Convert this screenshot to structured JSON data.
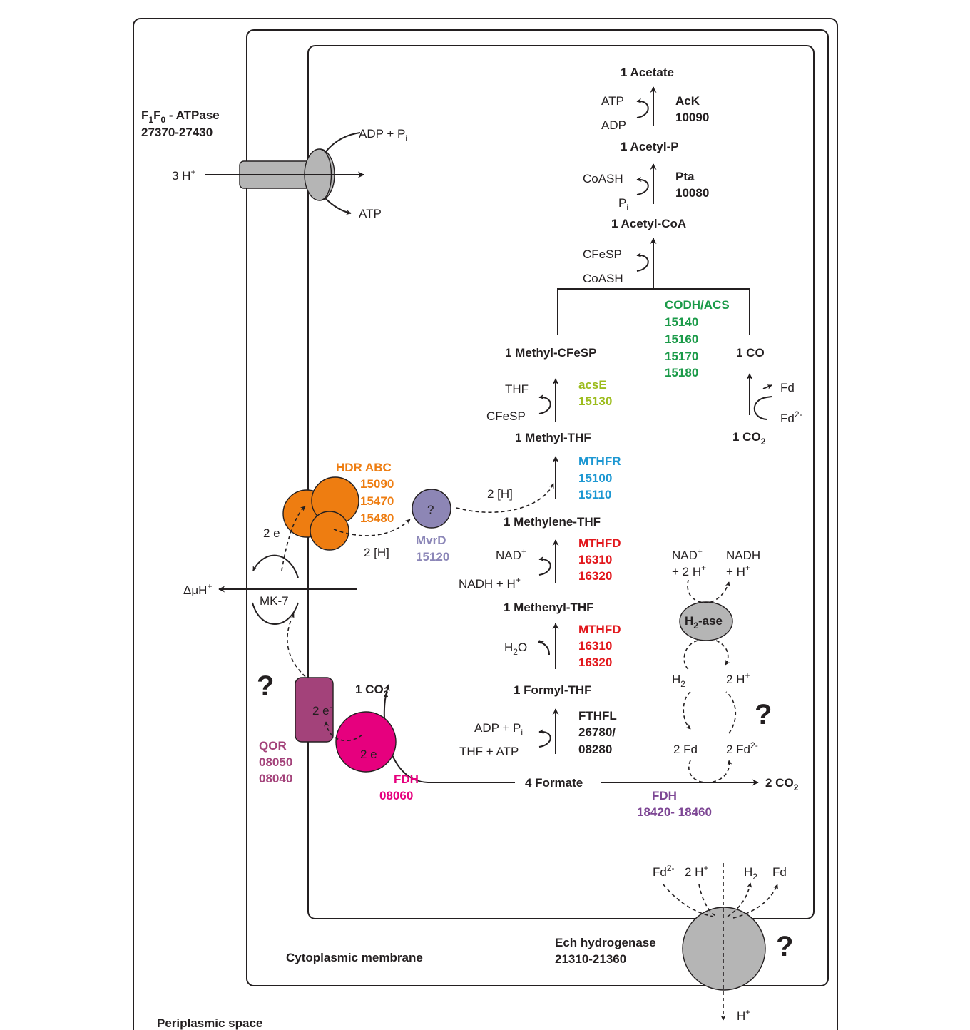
{
  "colors": {
    "text": "#231f20",
    "orange": "#ee7d11",
    "green": "#1a9a48",
    "lime": "#9cbc1c",
    "blue": "#1c97d2",
    "red": "#e2171c",
    "pink": "#e6007e",
    "qor": "#a3427a",
    "mvrd_fill": "#8d86b5",
    "mvrd_text": "#8c87b8",
    "fdh_cyt": "#7d4694",
    "gray": "#b5b5b5"
  },
  "atpase": {
    "title": "F1F0 - ATPase",
    "title_main": "F",
    "title_sub1": "1",
    "title_mid": "F",
    "title_sub2": "0",
    "title_rest": " - ATPase",
    "genes": "27370-27430",
    "proton_in": "3 H",
    "adp_pi": "ADP + P",
    "pi_sub": "i",
    "atp": "ATP"
  },
  "pathway": {
    "acetate": "1 Acetate",
    "ack": {
      "name": "AcK",
      "gene": "10090",
      "atp": "ATP",
      "adp": "ADP"
    },
    "acetyl_p": "1 Acetyl-P",
    "pta": {
      "name": "Pta",
      "gene": "10080",
      "coash": "CoASH",
      "pi": "P",
      "pi_sub": "i"
    },
    "acetyl_coa": "1 Acetyl-CoA",
    "branch": {
      "cfesp": "CFeSP",
      "coash": "CoASH"
    },
    "codh": {
      "name": "CODH/ACS",
      "genes": [
        "15140",
        "15160",
        "15170",
        "15180"
      ]
    },
    "methyl_cfesp": "1 Methyl-CFeSP",
    "co": "1 CO",
    "co2_right": "1 CO",
    "co2_right_sub": "2",
    "fd_right": {
      "fd": "Fd",
      "fd2": "Fd",
      "fd2_sup": "2-"
    },
    "acse": {
      "name": "acsE",
      "gene": "15130",
      "thf": "THF",
      "cfesp": "CFeSP"
    },
    "methyl_thf": "1 Methyl-THF",
    "mthfr": {
      "name": "MTHFR",
      "genes": [
        "15100",
        "15110"
      ],
      "two_h": "2 [H]"
    },
    "methylene_thf": "1 Methylene-THF",
    "mthfd1": {
      "name": "MTHFD",
      "genes": [
        "16310",
        "16320"
      ],
      "nad": "NAD",
      "nadh": "NADH + H"
    },
    "methenyl_thf": "1 Methenyl-THF",
    "mthfd2": {
      "name": "MTHFD",
      "genes": [
        "16310",
        "16320"
      ],
      "h2o": "H",
      "h2o_sub": "2",
      "h2o_o": "O"
    },
    "formyl_thf": "1 Formyl-THF",
    "fthfl": {
      "name": "FTHFL",
      "genes": [
        "26780/",
        "08280"
      ],
      "adp": "ADP + P",
      "adp_sub": "i",
      "thf_atp": "THF + ATP"
    },
    "formate": "4 Formate",
    "co2_out": "2 CO",
    "co2_out_sub": "2",
    "fdh_cyt": {
      "name": "FDH",
      "genes": "18420- 18460"
    }
  },
  "hdr": {
    "name": "HDR ABC",
    "genes": [
      "15090",
      "15470",
      "15480"
    ],
    "two_e": "2 e",
    "two_h": "2 [H]"
  },
  "mvrd": {
    "symbol": "?",
    "name": "MvrD",
    "gene": "15120"
  },
  "membrane": {
    "delta": "ΔμH",
    "delta_sup": "+",
    "mk7": "MK-7"
  },
  "qor": {
    "name": "QOR",
    "genes": [
      "08050",
      "08040"
    ],
    "two_e": "2 e",
    "question": "?"
  },
  "fdh_mem": {
    "name": "FDH",
    "gene": "08060",
    "two_e": "2 e",
    "co2": "1 CO",
    "co2_sub": "2"
  },
  "h2ase": {
    "label": "H",
    "label_sub": "2",
    "label_rest": "-ase",
    "nad": "NAD",
    "nad_sup": "+",
    "two_h": "+ 2 H",
    "nadh": "NADH",
    "nadh_h": "+ H",
    "h2": "H",
    "h2_sub": "2",
    "two_hp": "2 H",
    "two_fd": "2 Fd",
    "two_fd2": "2 Fd",
    "fd2_sup": "2-",
    "question": "?"
  },
  "ech": {
    "name": "Ech hydrogenase",
    "genes": "21310-21360",
    "question": "?",
    "fd2": "Fd",
    "fd2_sup": "2-",
    "two_h": "2 H",
    "h2": "H",
    "h2_sub": "2",
    "fd": "Fd",
    "h_out": "H"
  },
  "labels": {
    "cytoplasmic": "Cytoplasmic membrane",
    "periplasmic": "Periplasmic space"
  }
}
